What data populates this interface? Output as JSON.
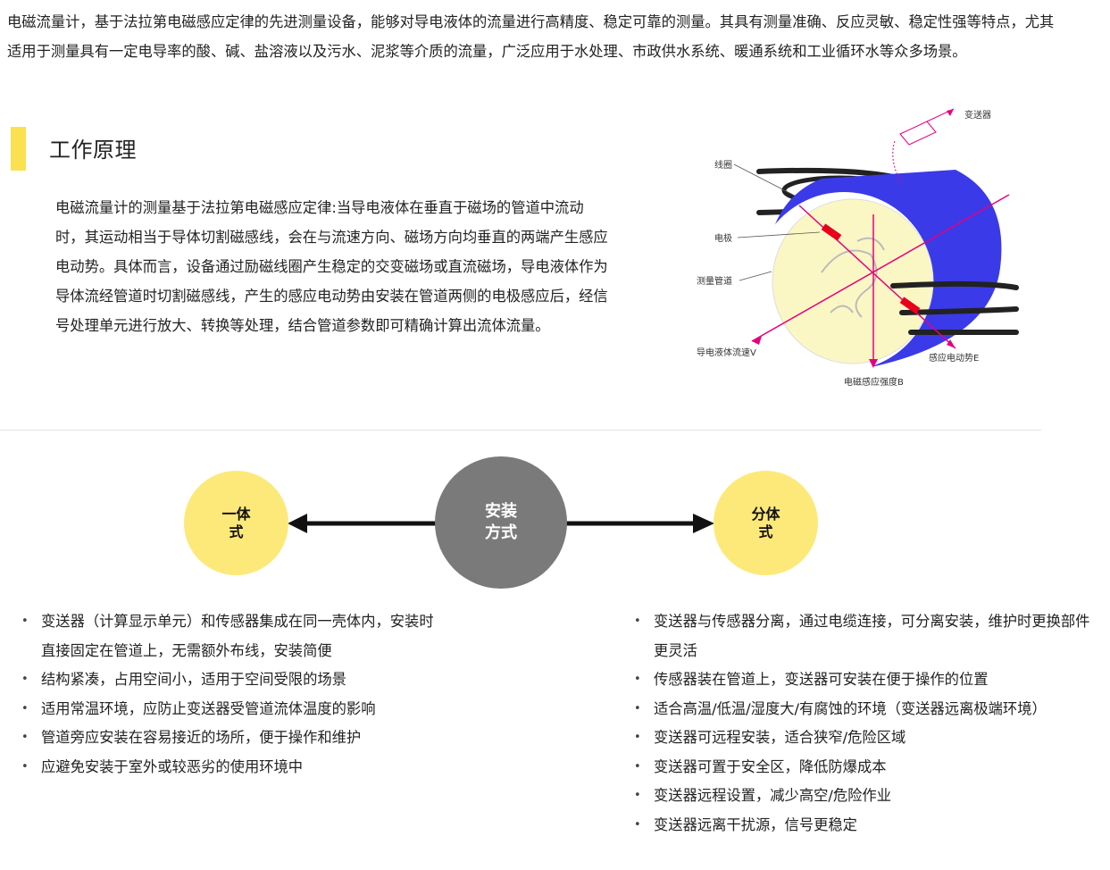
{
  "intro": "电磁流量计，基于法拉第电磁感应定律的先进测量设备，能够对导电液体的流量进行高精度、稳定可靠的测量。其具有测量准确、反应灵敏、稳定性强等特点，尤其适用于测量具有一定电导率的酸、碱、盐溶液以及污水、泥浆等介质的流量，广泛应用于水处理、市政供水系统、暖通系统和工业循环水等众多场景。",
  "section": {
    "title": "工作原理",
    "body": "电磁流量计的测量基于法拉第电磁感应定律:当导电液体在垂直于磁场的管道中流动时，其运动相当于导体切割磁感线，会在与流速方向、磁场方向均垂直的两端产生感应电动势。具体而言，设备通过励磁线圈产生稳定的交变磁场或直流磁场，导电液体作为导体流经管道时切割磁感线，产生的感应电动势由安装在管道两侧的电极感应后，经信号处理单元进行放大、转换等处理，结合管道参数即可精确计算出流体流量。"
  },
  "diagram": {
    "labels": {
      "transmitter": "变送器",
      "coil": "线圈",
      "electrode": "电极",
      "pipe": "测量管道",
      "velocity": "导电液体流速V",
      "emf": "感应电动势E",
      "field": "电磁感应强度B"
    },
    "colors": {
      "pipe_outer": "#3a3ae8",
      "fluid": "#fbf7c4",
      "accent": "#e6007e",
      "electrode": "#e8001c"
    }
  },
  "install": {
    "center": {
      "line1": "安装",
      "line2": "方式"
    },
    "left": {
      "line1": "一体",
      "line2": "式"
    },
    "right": {
      "line1": "分体",
      "line2": "式"
    },
    "left_items": [
      "变送器（计算显示单元）和传感器集成在同一壳体内，安装时直接固定在管道上，无需额外布线，安装简便",
      "结构紧凑，占用空间小，适用于空间受限的场景",
      "适用常温环境，应防止变送器受管道流体温度的影响",
      "管道旁应安装在容易接近的场所，便于操作和维护",
      "应避免安装于室外或较恶劣的使用环境中"
    ],
    "right_items": [
      "变送器与传感器分离，通过电缆连接，可分离安装，维护时更换部件更灵活",
      "传感器装在管道上，变送器可安装在便于操作的位置",
      "适合高温/低温/湿度大/有腐蚀的环境（变送器远离极端环境）",
      "变送器可远程安装，适合狭窄/危险区域",
      "变送器可置于安全区，降低防爆成本",
      "变送器远程设置，减少高空/危险作业",
      "变送器远离干扰源，信号更稳定"
    ],
    "colors": {
      "yellow": "#fde97a",
      "gray": "#7a7a7a"
    }
  }
}
